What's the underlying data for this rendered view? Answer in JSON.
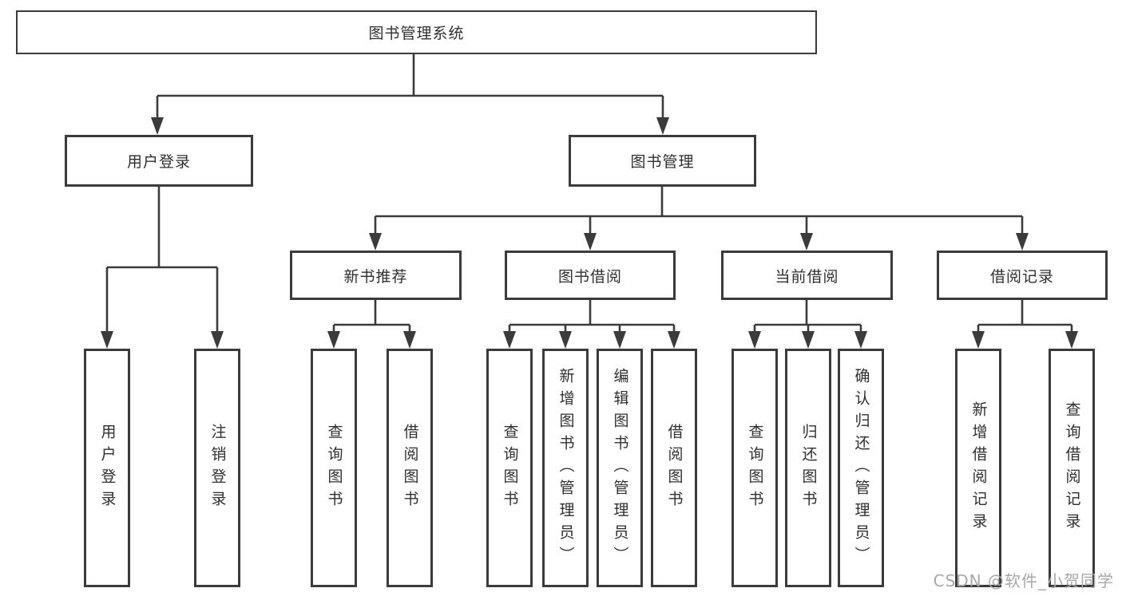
{
  "diagram": {
    "root": {
      "label": "图书管理系统"
    },
    "level2": [
      {
        "label": "用户登录"
      },
      {
        "label": "图书管理"
      }
    ],
    "level3": [
      {
        "label": "新书推荐"
      },
      {
        "label": "图书借阅"
      },
      {
        "label": "当前借阅"
      },
      {
        "label": "借阅记录"
      }
    ],
    "leaves": {
      "user_login": [
        {
          "label": "用户登录"
        },
        {
          "label": "注销登录"
        }
      ],
      "new_book": [
        {
          "label": "查询图书"
        },
        {
          "label": "借阅图书"
        }
      ],
      "book_borrow": [
        {
          "label": "查询图书"
        },
        {
          "label": "新增图书（管理员）"
        },
        {
          "label": "编辑图书（管理员）"
        },
        {
          "label": "借阅图书"
        }
      ],
      "current_borrow": [
        {
          "label": "查询图书"
        },
        {
          "label": "归还图书"
        },
        {
          "label": "确认归还（管理员）"
        }
      ],
      "borrow_records": [
        {
          "label": "新增借阅记录"
        },
        {
          "label": "查询借阅记录"
        }
      ]
    }
  },
  "watermark": "CSDN @软件_小贺同学",
  "colors": {
    "line": "#3b3b3b",
    "text": "#2f2f2f",
    "background": "#ffffff",
    "watermark": "#a8a8a8"
  }
}
